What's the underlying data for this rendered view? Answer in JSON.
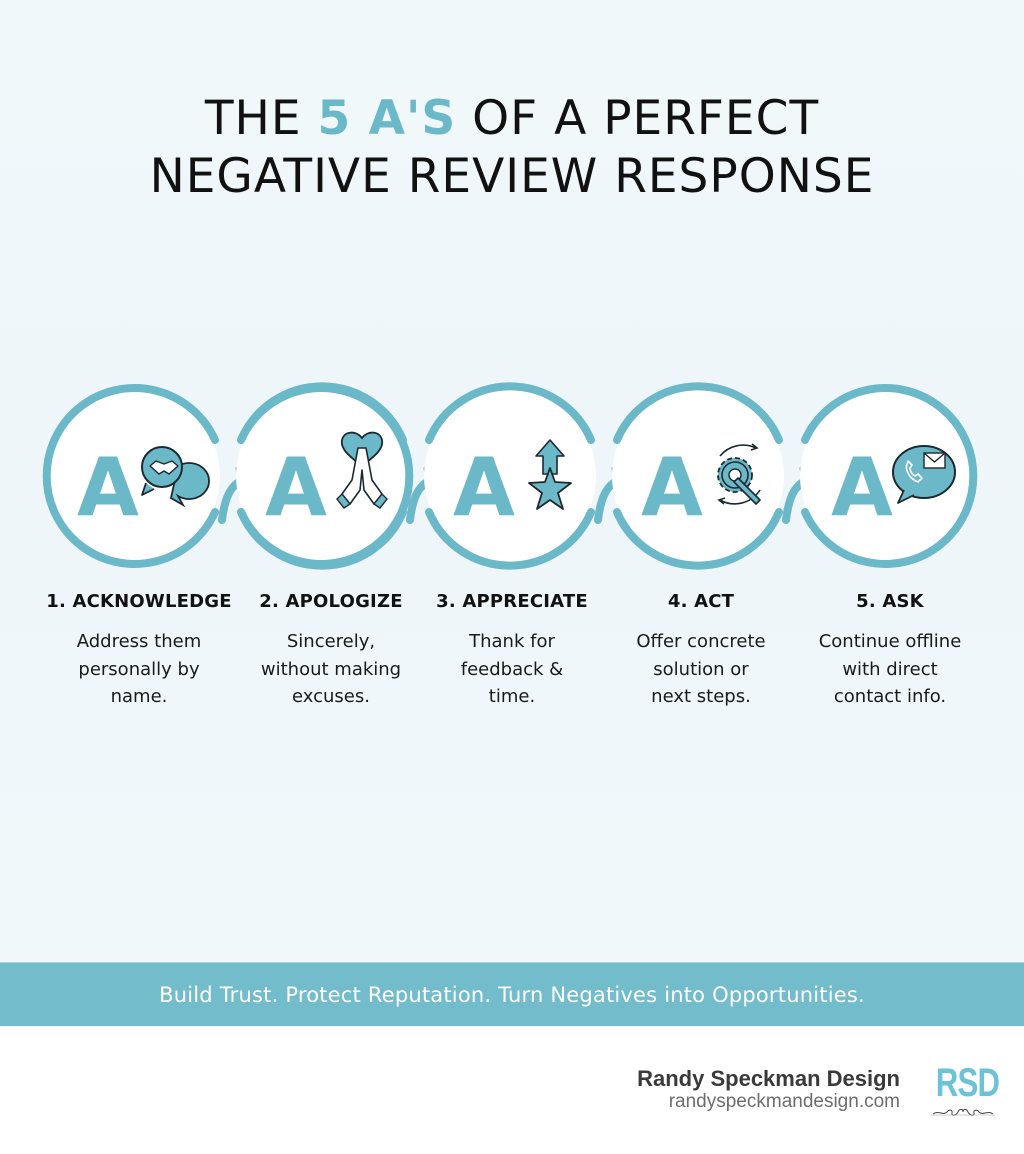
{
  "title": {
    "line1_prefix": "THE ",
    "line1_accent": "5 A'S",
    "line1_suffix": " OF A PERFECT",
    "line2": "NEGATIVE REVIEW RESPONSE"
  },
  "colors": {
    "accent": "#6bb8c9",
    "banner": "#72bccc",
    "background": "#eef6f9",
    "text": "#111111",
    "icon_outline": "#1c2a30",
    "logo": "#6cc3d8"
  },
  "steps": [
    {
      "letter": "A",
      "icon": "handshake-speech-bubbles-icon",
      "title": "1. ACKNOWLEDGE",
      "desc_lines": [
        "Address them",
        "personally by",
        "name."
      ]
    },
    {
      "letter": "A",
      "icon": "heart-praying-hands-icon",
      "title": "2. APOLOGIZE",
      "desc_lines": [
        "Sincerely,",
        "without making",
        "excuses."
      ]
    },
    {
      "letter": "A",
      "icon": "arrow-up-star-icon",
      "title": "3. APPRECIATE",
      "desc_lines": [
        "Thank for",
        "feedback &",
        "time."
      ]
    },
    {
      "letter": "A",
      "icon": "gear-wrench-cycle-icon",
      "title": "4. ACT",
      "desc_lines": [
        "Offer concrete",
        "solution or",
        "next steps."
      ]
    },
    {
      "letter": "A",
      "icon": "phone-mail-speech-bubble-icon",
      "title": "5. ASK",
      "desc_lines": [
        "Continue offline",
        "with direct",
        "contact info."
      ]
    }
  ],
  "banner": {
    "text": "Build Trust. Protect Reputation. Turn Negatives into Opportunities."
  },
  "footer": {
    "brand_name": "Randy Speckman Design",
    "brand_url": "randyspeckmandesign.com",
    "logo_text": "RSD"
  }
}
